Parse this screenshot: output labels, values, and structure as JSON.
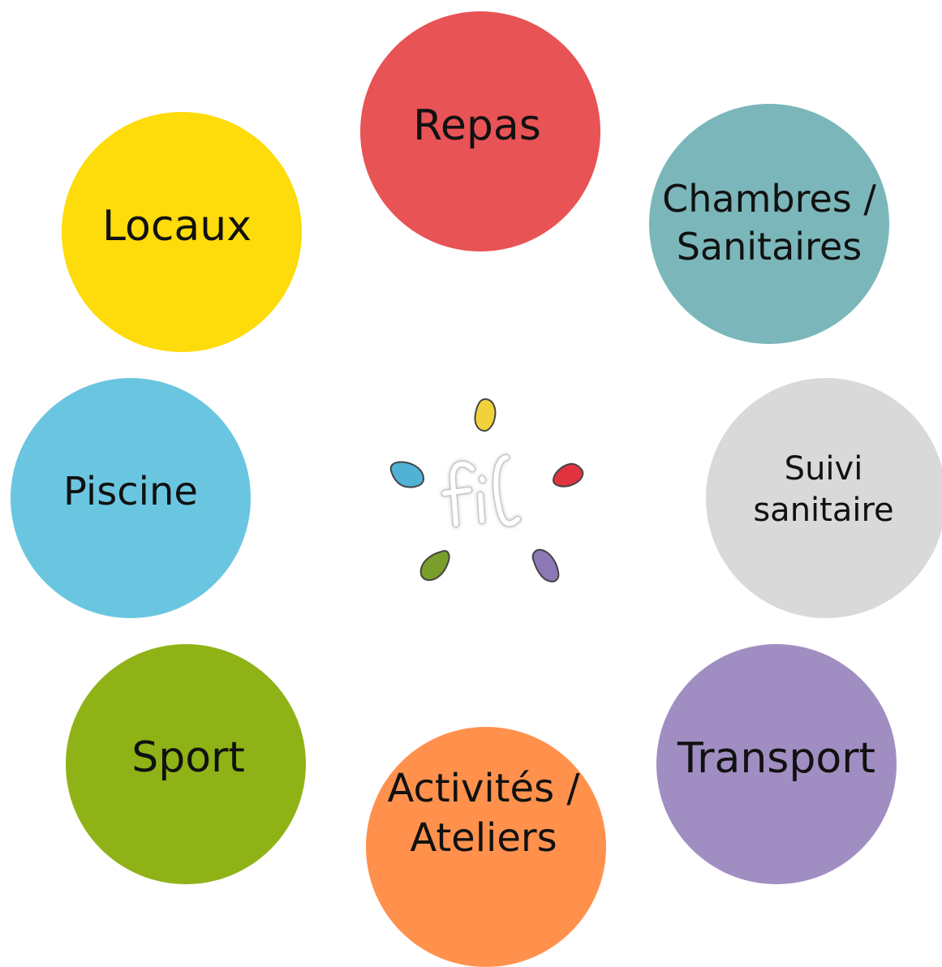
{
  "diagram": {
    "nodes": [
      {
        "id": "repas",
        "label": "Repas",
        "color": "#E85355"
      },
      {
        "id": "chambres",
        "label": "Chambres / Sanitaires",
        "color": "#7BB6BA"
      },
      {
        "id": "suivi",
        "label": "Suivi sanitaire",
        "color": "#D9D9D9"
      },
      {
        "id": "transport",
        "label": "Transport",
        "color": "#A08EC2"
      },
      {
        "id": "activites",
        "label": "Activités / Ateliers",
        "color": "#FF914D"
      },
      {
        "id": "sport",
        "label": "Sport",
        "color": "#8FB317"
      },
      {
        "id": "piscine",
        "label": "Piscine",
        "color": "#6AC6E0"
      },
      {
        "id": "locaux",
        "label": "Locaux",
        "color": "#FEDB0A"
      }
    ],
    "center_logo": {
      "text": "fil",
      "icon": "fil-logo-icon",
      "drop_colors": [
        "#F2D23A",
        "#E0333F",
        "#8C78B5",
        "#7A9E2A",
        "#52B2D6"
      ]
    }
  }
}
